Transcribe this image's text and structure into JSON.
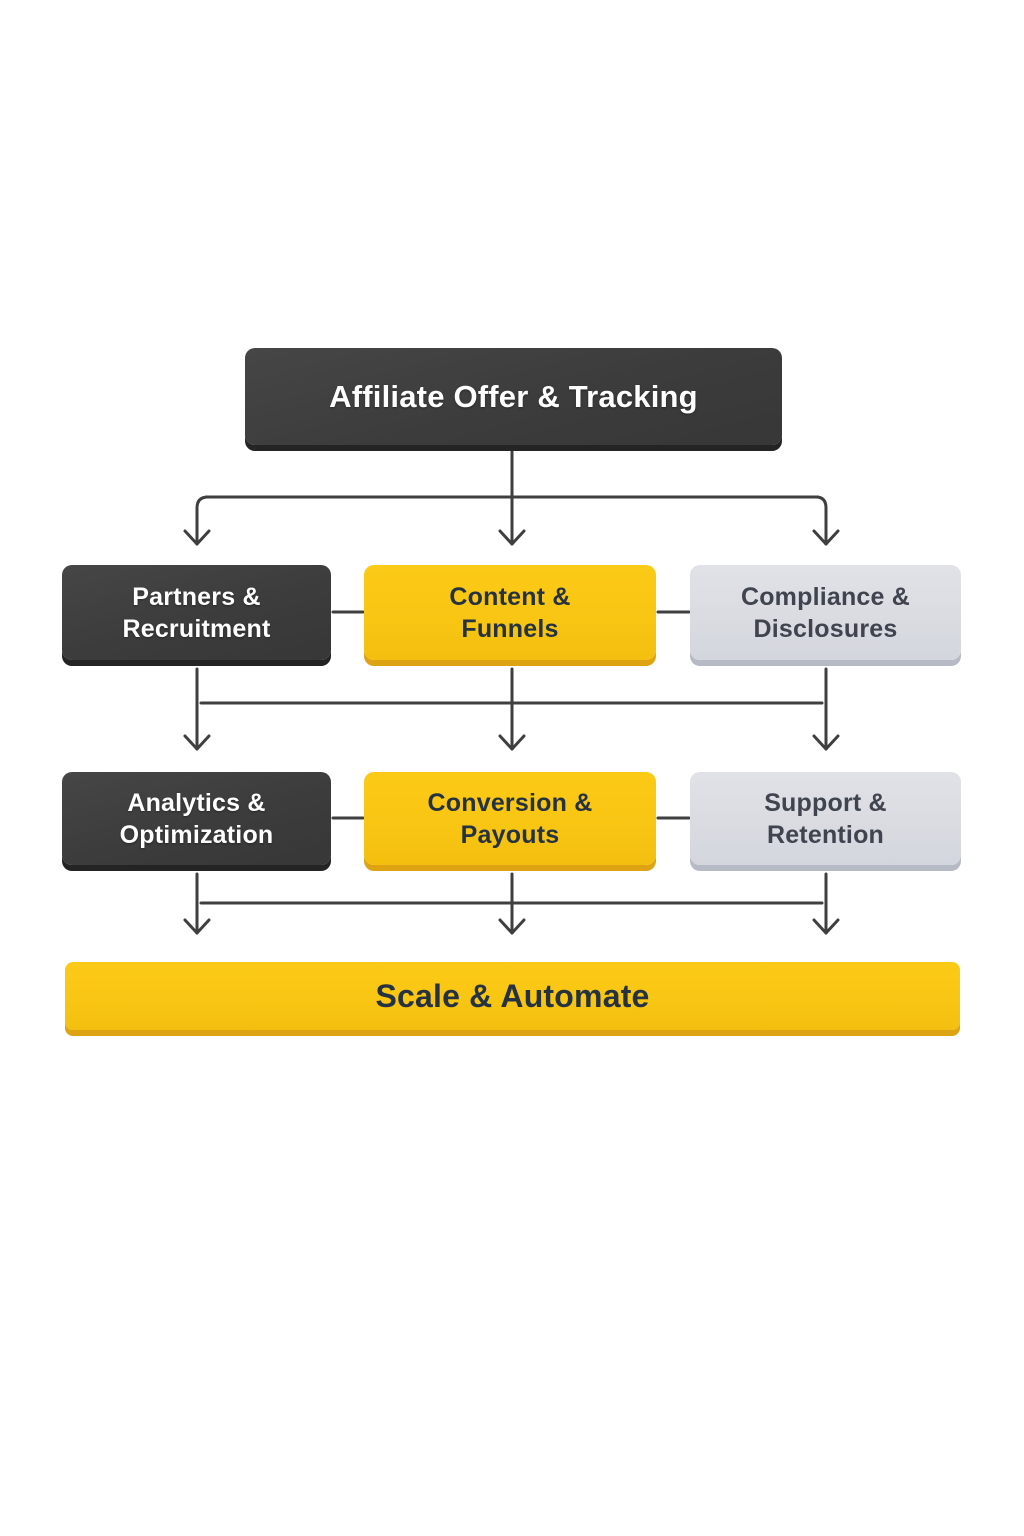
{
  "diagram": {
    "type": "flowchart",
    "nodes": [
      {
        "id": "affiliate-offer-tracking",
        "label": "Affiliate Offer & Tracking",
        "variant": "dark",
        "row": "top"
      },
      {
        "id": "partners-recruitment",
        "label": "Partners &\nRecruitment",
        "variant": "dark",
        "row": "middle-1"
      },
      {
        "id": "content-funnels",
        "label": "Content &\nFunnels",
        "variant": "yellow",
        "row": "middle-1"
      },
      {
        "id": "compliance-disclosures",
        "label": "Compliance &\nDisclosures",
        "variant": "gray",
        "row": "middle-1"
      },
      {
        "id": "analytics-optimization",
        "label": "Analytics &\nOptimization",
        "variant": "dark",
        "row": "middle-2"
      },
      {
        "id": "conversion-payouts",
        "label": "Conversion &\nPayouts",
        "variant": "yellow",
        "row": "middle-2"
      },
      {
        "id": "support-retention",
        "label": "Support &\nRetention",
        "variant": "gray",
        "row": "middle-2"
      },
      {
        "id": "scale-automate",
        "label": "Scale & Automate",
        "variant": "yellow",
        "row": "bottom"
      }
    ],
    "edges": [
      {
        "from": "affiliate-offer-tracking",
        "to": "partners-recruitment",
        "type": "arrow"
      },
      {
        "from": "affiliate-offer-tracking",
        "to": "content-funnels",
        "type": "arrow"
      },
      {
        "from": "affiliate-offer-tracking",
        "to": "compliance-disclosures",
        "type": "arrow"
      },
      {
        "from": "partners-recruitment",
        "to": "content-funnels",
        "type": "line"
      },
      {
        "from": "content-funnels",
        "to": "compliance-disclosures",
        "type": "line"
      },
      {
        "from": "partners-recruitment",
        "to": "analytics-optimization",
        "type": "arrow"
      },
      {
        "from": "content-funnels",
        "to": "conversion-payouts",
        "type": "arrow"
      },
      {
        "from": "compliance-disclosures",
        "to": "support-retention",
        "type": "arrow"
      },
      {
        "from": "analytics-optimization",
        "to": "conversion-payouts",
        "type": "line"
      },
      {
        "from": "conversion-payouts",
        "to": "support-retention",
        "type": "line"
      },
      {
        "from": "analytics-optimization",
        "to": "scale-automate",
        "type": "arrow"
      },
      {
        "from": "conversion-payouts",
        "to": "scale-automate",
        "type": "arrow"
      },
      {
        "from": "support-retention",
        "to": "scale-automate",
        "type": "arrow"
      }
    ]
  },
  "colors": {
    "canvas-bg": "#ffffff",
    "dark-box": "#3c3c3c",
    "dark-box-edge": "#242424",
    "dark-box-text": "#ffffff",
    "yellow-box": "#f8c513",
    "yellow-box-edge": "#dda312",
    "yellow-box-text": "#243241",
    "gray-box": "#d9dbe1",
    "gray-box-edge": "#b6bac4",
    "gray-box-text": "#3f444e",
    "arrow": "#3f3f3f"
  }
}
